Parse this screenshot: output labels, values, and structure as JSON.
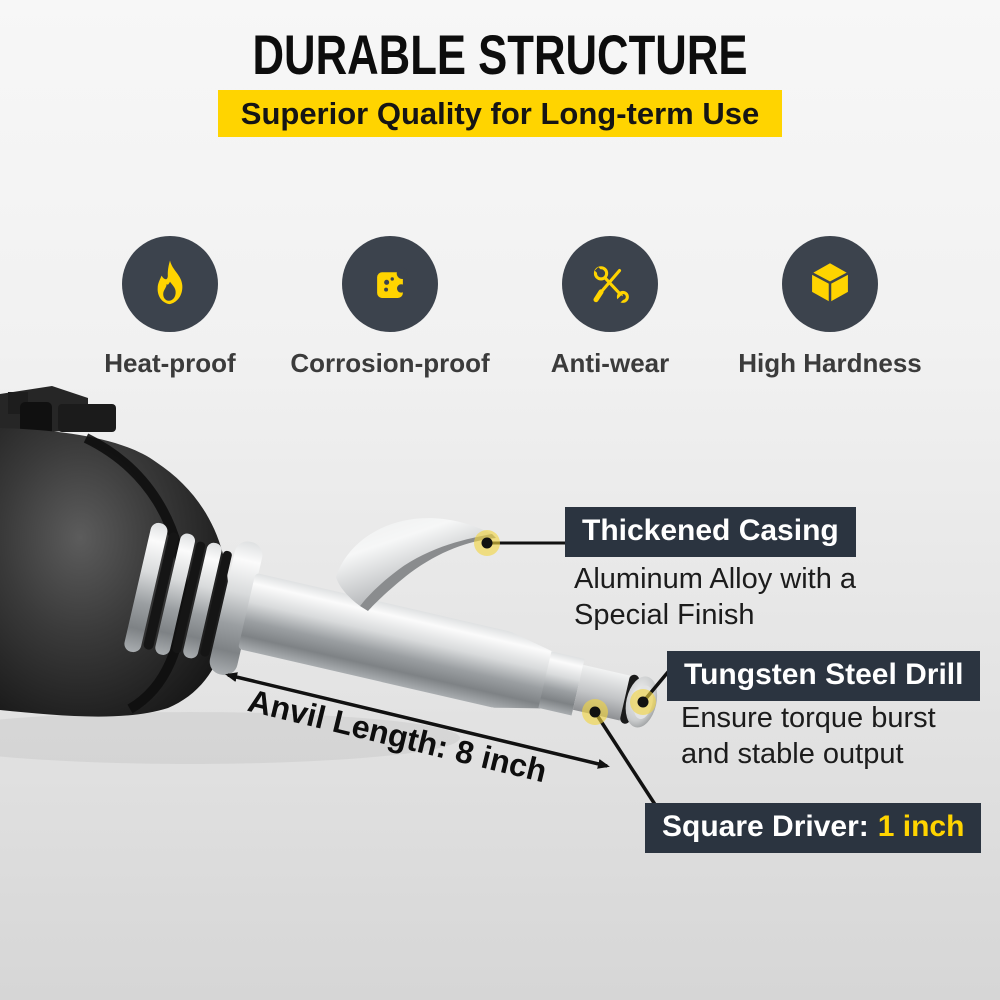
{
  "header": {
    "title": "DURABLE STRUCTURE",
    "banner": "Superior Quality for Long-term Use"
  },
  "features": [
    {
      "label": "Heat-proof",
      "icon": "flame-icon"
    },
    {
      "label": "Corrosion-proof",
      "icon": "corroded-block-icon"
    },
    {
      "label": "Anti-wear",
      "icon": "wrench-screwdriver-icon"
    },
    {
      "label": "High Hardness",
      "icon": "cube-icon"
    }
  ],
  "callouts": {
    "thickened_casing": {
      "title": "Thickened Casing",
      "description": "Aluminum Alloy with a\nSpecial Finish"
    },
    "tungsten_drill": {
      "title": "Tungsten Steel Drill",
      "description": "Ensure torque burst\nand stable output"
    },
    "square_driver": {
      "label": "Square Driver:",
      "value": "1 inch"
    },
    "anvil_length": {
      "label": "Anvil Length: 8 inch"
    }
  },
  "colors": {
    "accent_yellow": "#FFD400",
    "callout_box_dark": "#2B3440",
    "feature_circle_dark": "#3C434D",
    "background_gray": "#e9e9e9"
  }
}
